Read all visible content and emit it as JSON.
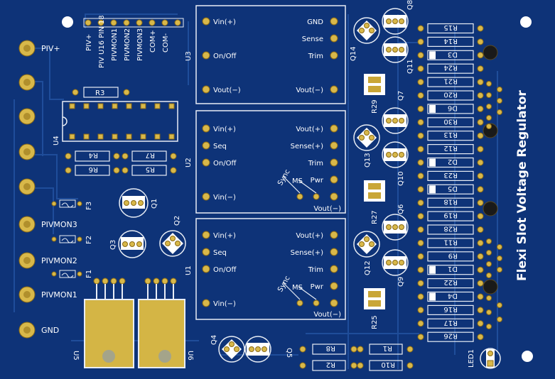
{
  "board": {
    "title": "Flexi Slot Voltage Regulator",
    "edge_labels": [
      "PIV+",
      "PIVMON3",
      "PIVMON2",
      "PIVMON1",
      "GND"
    ],
    "header_labels": [
      "PIV+",
      "PIV U16 PIN 18",
      "PIVMON1",
      "PIVMON2",
      "PIVMON3",
      "COM+",
      "COM-"
    ]
  },
  "modules": {
    "u3": {
      "ref": "U3",
      "left_pins": [
        "Vin(+)",
        "On/Off",
        "Vout(−)"
      ],
      "right_pins": [
        "GND",
        "Sense",
        "Trim",
        "Vout(−)"
      ]
    },
    "u2": {
      "ref": "U2",
      "left_pins": [
        "Vin(+)",
        "Seq",
        "On/Off",
        "Vin(−)"
      ],
      "right_pins": [
        "Vout(+)",
        "Sense(+)",
        "Trim",
        "Pwr",
        "Vout(−)"
      ],
      "sync": "Sync",
      "ms": "MS"
    },
    "u1": {
      "ref": "U1",
      "left_pins": [
        "Vin(+)",
        "Seq",
        "On/Off",
        "Vin(−)"
      ],
      "right_pins": [
        "Vout(+)",
        "Sense(+)",
        "Trim",
        "Pwr",
        "Vout(−)"
      ],
      "sync": "Sync",
      "ms": "MS"
    }
  },
  "parts": {
    "u4": "U4",
    "u5": "U5",
    "u6": "U6",
    "r3": "R3",
    "r4": "R4",
    "r7": "R7",
    "r6": "R6",
    "r5": "R5",
    "f1": "F1",
    "f2": "F2",
    "f3": "F3",
    "q1": "Q1",
    "q2": "Q2",
    "q3": "Q3",
    "q4": "Q4",
    "q5": "Q5",
    "q6": "Q6",
    "q7": "Q7",
    "q8": "Q8",
    "q9": "Q9",
    "q10": "Q10",
    "q11": "Q11",
    "q12": "Q12",
    "q13": "Q13",
    "q14": "Q14",
    "r25": "R25",
    "r27": "R27",
    "r29": "R29",
    "r8": "R8",
    "r1": "R1",
    "r2": "R2",
    "r10": "R10",
    "led1": "LED1"
  },
  "resistor_column": [
    "R15",
    "R14",
    "D3",
    "R24",
    "R21",
    "R20",
    "D6",
    "R30",
    "R13",
    "R12",
    "D2",
    "R23",
    "D5",
    "R18",
    "R19",
    "R28",
    "R11",
    "R9",
    "D1",
    "R22",
    "D4",
    "R16",
    "R17",
    "R26"
  ]
}
